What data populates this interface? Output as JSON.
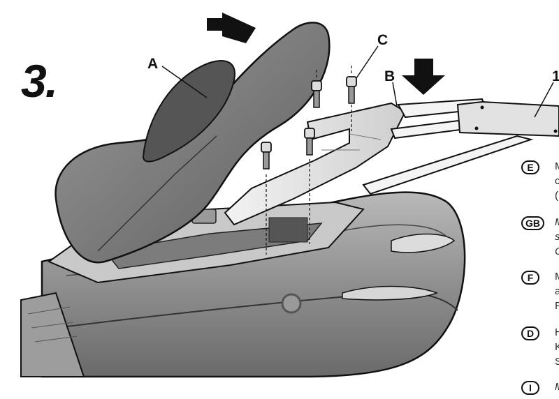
{
  "step_number": "3.",
  "callouts": {
    "a": "A",
    "b": "B",
    "c": "C",
    "edge": "1"
  },
  "languages": [
    {
      "code": "E",
      "lines": [
        "M",
        "c",
        "("
      ]
    },
    {
      "code": "GB",
      "lines": [
        "M",
        "s",
        "C"
      ]
    },
    {
      "code": "F",
      "lines": [
        "M",
        "a",
        "F"
      ]
    },
    {
      "code": "D",
      "lines": [
        "H",
        "K",
        "S"
      ]
    },
    {
      "code": "I",
      "lines": [
        "M"
      ]
    }
  ],
  "colors": {
    "ink": "#111111",
    "body_gray": "#8c8c8c",
    "seat_gray": "#6e6e6e",
    "rack": "#e8e8e8"
  }
}
